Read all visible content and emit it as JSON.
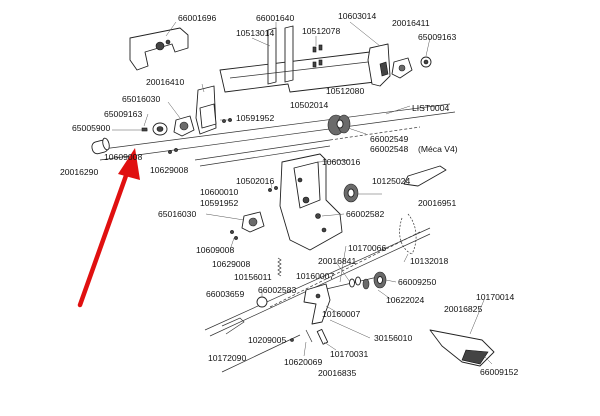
{
  "colors": {
    "arrow": "#e01010",
    "ink": "#222222"
  },
  "labels": {
    "l66001696": "66001696",
    "l66001640": "66001640",
    "l10603014": "10603014",
    "l20016411": "20016411",
    "l10513014": "10513014",
    "l10512078": "10512078",
    "l65009163a": "65009163",
    "l20016410": "20016410",
    "l65016030a": "65016030",
    "l65009163b": "65009163",
    "l65005900": "65005900",
    "l10512080": "10512080",
    "l10502014": "10502014",
    "l10591952a": "10591952",
    "list0004": "LIST0004",
    "l66002549": "66002549",
    "l66002548": "66002548",
    "meca": "(Méca V4)",
    "l10609008a": "10609008",
    "l10603016": "10603016",
    "l10629008a": "10629008",
    "l20016290": "20016290",
    "l10502016": "10502016",
    "l10125024": "10125024",
    "l10600010": "10600010",
    "l10591952b": "10591952",
    "l20016951": "20016951",
    "l65016030b": "65016030",
    "l66002582": "66002582",
    "l10609008b": "10609008",
    "l10629008b": "10629008",
    "l10170066": "10170066",
    "l10132018": "10132018",
    "l20016841": "20016841",
    "l10156011": "10156011",
    "l10160007a": "10160007",
    "l66009250": "66009250",
    "l66003659": "66003659",
    "l66002583": "66002583",
    "l10622024": "10622024",
    "l10170014": "10170014",
    "l20016825": "20016825",
    "l10160007b": "10160007",
    "l10209005": "10209005",
    "l30156010": "30156010",
    "l10172090": "10172090",
    "l10620069": "10620069",
    "l10170031": "10170031",
    "l66009152": "66009152",
    "l20016835": "20016835"
  }
}
